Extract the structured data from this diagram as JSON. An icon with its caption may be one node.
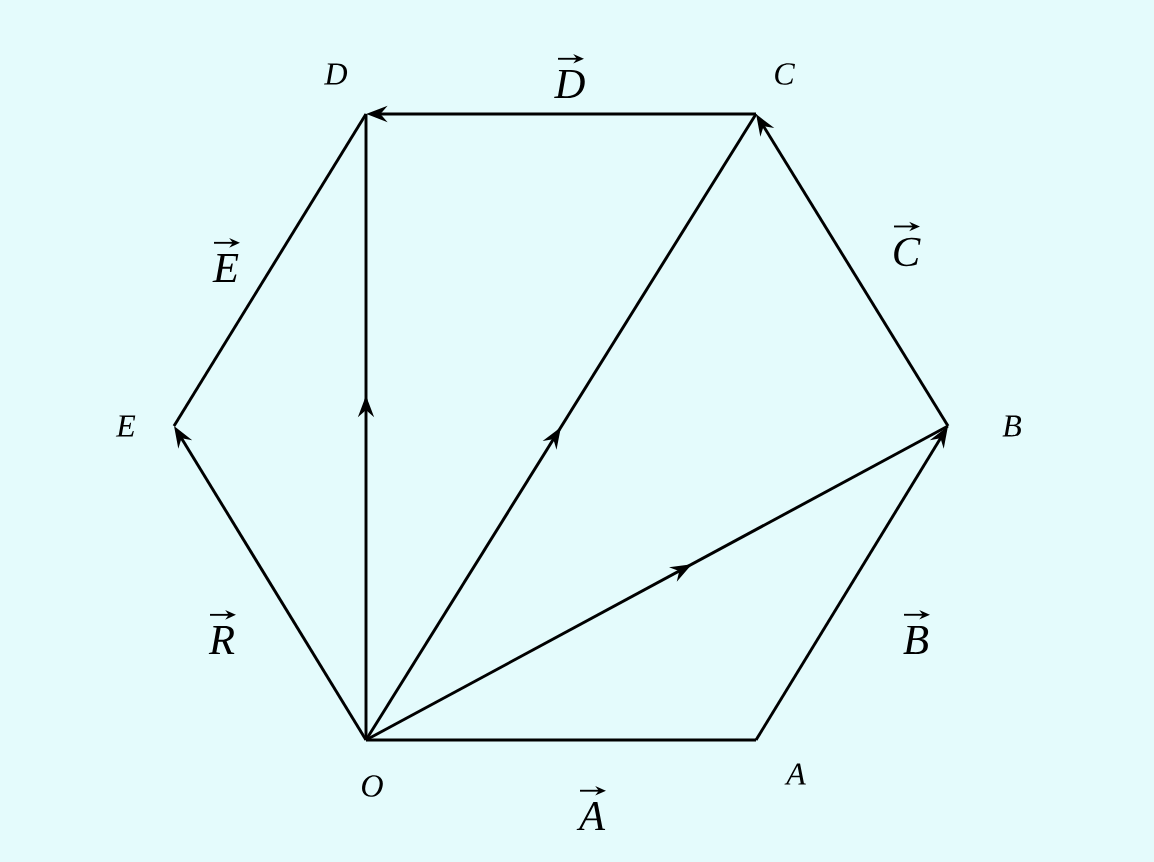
{
  "diagram": {
    "nodes": [
      {
        "text": [
          "O"
        ]
      },
      {
        "text": [
          "A"
        ]
      },
      {
        "text": [
          "B"
        ]
      },
      {
        "text": [
          "C"
        ]
      },
      {
        "text": [
          "D"
        ]
      },
      {
        "text": [
          "E"
        ]
      }
    ],
    "edges": [
      {
        "from": 0,
        "to": 1,
        "arrow": "none",
        "label": "A"
      },
      {
        "from": 1,
        "to": 2,
        "arrow": "to",
        "label": "B"
      },
      {
        "from": 2,
        "to": 3,
        "arrow": "to",
        "label": "C"
      },
      {
        "from": 3,
        "to": 4,
        "arrow": "to",
        "label": "D"
      },
      {
        "from": 5,
        "to": 4,
        "arrow": "none",
        "label": "E"
      },
      {
        "from": 0,
        "to": 5,
        "arrow": "to",
        "label": "R"
      },
      {
        "from": 0,
        "to": 4,
        "arrow": "to"
      },
      {
        "from": 0,
        "to": 3,
        "arrow": "to"
      },
      {
        "from": 0,
        "to": 2,
        "arrow": "to"
      }
    ]
  }
}
